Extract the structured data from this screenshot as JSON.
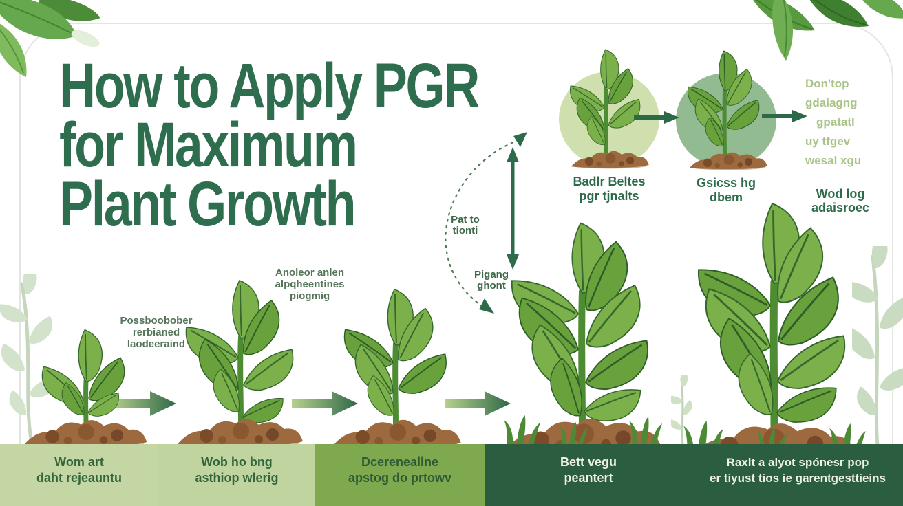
{
  "title": {
    "lines": [
      "How to Apply PGR",
      "for Maximum",
      "Plant Growth"
    ]
  },
  "comparison": {
    "before_caption": [
      "Badlr Beltes",
      "pgr tjnalts"
    ],
    "after_caption": [
      "Gsicss hg",
      "dbem"
    ],
    "side_note": [
      "Don'top",
      "gdaiagng",
      "gpatatl",
      "uy tfgev",
      "wesal xgu"
    ],
    "result_note": [
      "Wod log",
      "adaisroec"
    ]
  },
  "annotations": {
    "arc_note": [
      "Pat to",
      "tionti"
    ],
    "arrow_note": [
      "Pigang",
      "ghont"
    ],
    "stage2_note": [
      "Possboobober",
      "rerbianed",
      "laodeeraind"
    ],
    "stage3_note": [
      "Anoleor anlen",
      "alpqheentines",
      "piogmig"
    ]
  },
  "footer": {
    "segments": [
      {
        "lines": [
          "Wom art",
          "daht rejeauntu"
        ],
        "bg": "#c3d6a4",
        "fg": "#33663a"
      },
      {
        "lines": [
          "Wob ho bng",
          "asthiop wlerig"
        ],
        "bg": "#c0d4a0",
        "fg": "#33663a"
      },
      {
        "lines": [
          "Dcereneallne",
          "apstog do prtowv"
        ],
        "bg": "#7fa94e",
        "fg": "#2c5a35"
      },
      {
        "lines": [
          "Bett vegu",
          "peantert"
        ],
        "bg": "#2b5d40",
        "fg": "#eef2e4"
      },
      {
        "lines": [
          "Raxlt a alyot spónesr pop",
          "er tiyust tios ie garentgesttieins"
        ],
        "bg": "#2b5d40",
        "fg": "#eef2e4"
      }
    ]
  },
  "colors": {
    "title_green": "#2e6e4f",
    "label_green": "#2e6b4a",
    "muted_label_green": "#547558",
    "light_note_green": "#a9c487",
    "circle_before": "#cfe0ae",
    "circle_after": "#92bb92",
    "arrow_dark": "#2d6847",
    "arrow_gradient_start": "#b7d18d",
    "arrow_gradient_end": "#2f6847",
    "leaf_green": "#7cb04a",
    "leaf_outline": "#35682c",
    "soil_brown": "#9c6a3e",
    "sketch_green": "#c9dcc2",
    "card_border": "#e3e5e1"
  }
}
